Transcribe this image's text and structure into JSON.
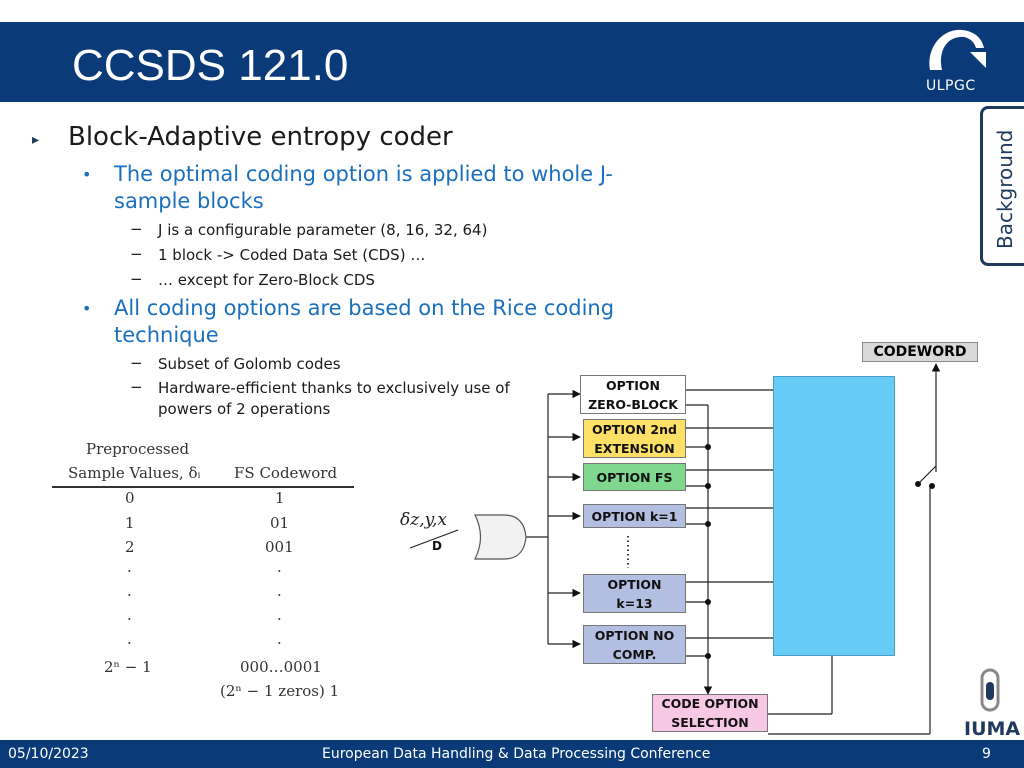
{
  "header": {
    "title": "CCSDS 121.0"
  },
  "logo": {
    "text": "ULPGC"
  },
  "side_tab": {
    "label": "Background"
  },
  "content": {
    "l1": {
      "marker": "▸",
      "text": "Block-Adaptive entropy coder"
    },
    "b1": {
      "marker": "•",
      "line1": "The optimal coding option is applied to whole J-",
      "line2": "sample blocks"
    },
    "b1_items": [
      {
        "marker": "−",
        "text": "J is a configurable parameter (8, 16, 32, 64)"
      },
      {
        "marker": "−",
        "text": "1 block -> Coded Data Set (CDS) …"
      },
      {
        "marker": "−",
        "text": "… except for Zero-Block CDS"
      }
    ],
    "b2": {
      "marker": "•",
      "line1": "All coding options are based on the Rice coding",
      "line2": "technique"
    },
    "b2_items": [
      {
        "marker": "−",
        "text": "Subset of Golomb codes"
      },
      {
        "marker": "−",
        "line1": "Hardware-efficient thanks to exclusively use of",
        "line2": "powers of 2 operations"
      }
    ]
  },
  "table": {
    "header_line1": "Preprocessed",
    "header_col1": "Sample Values, δᵢ",
    "header_col2": "FS Codeword",
    "rows": [
      {
        "left": "0",
        "right": "1"
      },
      {
        "left": "1",
        "right": "01"
      },
      {
        "left": "2",
        "right": "001"
      },
      {
        "left": ".",
        "right": "."
      },
      {
        "left": ".",
        "right": "."
      },
      {
        "left": ".",
        "right": "."
      },
      {
        "left": ".",
        "right": "."
      }
    ],
    "last_left": "2ⁿ − 1",
    "last_right": "000…0001",
    "last_note": "(2ⁿ − 1 zeros) 1"
  },
  "diagram": {
    "input_symbol": "δz,y,x",
    "input_width": "D",
    "codeword": "CODEWORD",
    "options": [
      {
        "line1": "OPTION",
        "line2": "ZERO-BLOCK",
        "color": "#ffffff"
      },
      {
        "line1": "OPTION 2nd",
        "line2": "EXTENSION",
        "color": "#ffe066"
      },
      {
        "line1": "OPTION FS",
        "line2": "",
        "color": "#7fd68f"
      },
      {
        "line1": "OPTION k=1",
        "line2": "",
        "color": "#b3bfe0"
      },
      {
        "line1": "OPTION",
        "line2": "k=13",
        "color": "#b3bfe0"
      },
      {
        "line1": "OPTION NO",
        "line2": "COMP.",
        "color": "#b3bfe0"
      }
    ],
    "selection": {
      "line1": "CODE OPTION",
      "line2": "SELECTION",
      "color": "#f7c8e6"
    },
    "mux_color": "#66ccf5"
  },
  "footer": {
    "date": "05/10/2023",
    "conference": "European Data Handling & Data Processing Conference",
    "page": "9"
  },
  "iuma": {
    "text": "IUMA"
  }
}
